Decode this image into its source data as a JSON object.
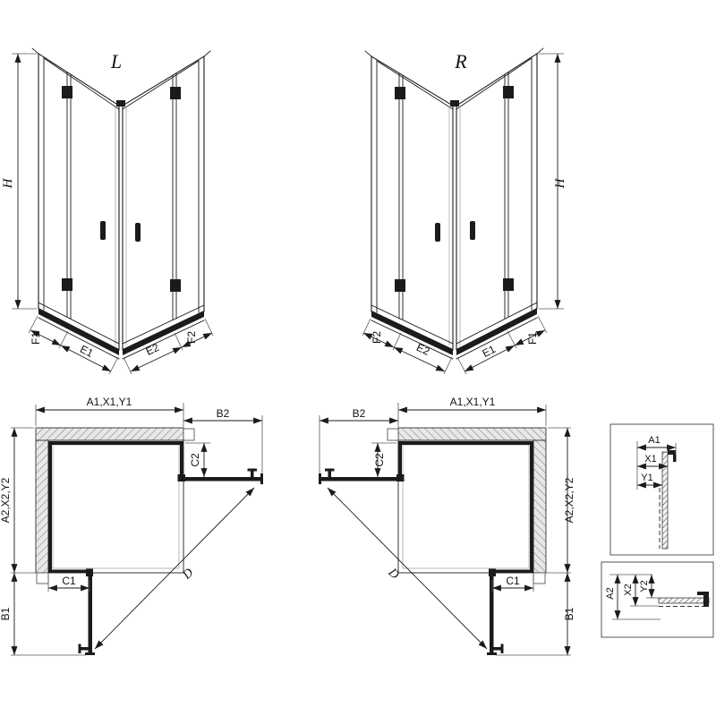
{
  "figure": {
    "iso_left": {
      "view_label": "L",
      "height": "H",
      "f1": "F1",
      "e1": "E1",
      "e2": "E2",
      "f2": "F2"
    },
    "iso_right": {
      "view_label": "R",
      "height": "H",
      "f1": "F1",
      "e1": "E1",
      "e2": "E2",
      "f2": "F2"
    },
    "plan_left": {
      "top_width": "A1,X1,Y1",
      "door_top": "B2",
      "fixed_side": "C2",
      "side_depth": "A2,X2,Y2",
      "fixed_bottom": "C1",
      "door_bottom": "B1",
      "diagonal": "D"
    },
    "plan_right": {
      "top_width": "A1,X1,Y1",
      "door_top": "B2",
      "fixed_side": "C2",
      "side_depth": "A2,X2,Y2",
      "fixed_bottom": "C1",
      "door_bottom": "B1",
      "diagonal": "D"
    },
    "detail_top": {
      "a1": "A1",
      "x1": "X1",
      "y1": "Y1"
    },
    "detail_bottom": {
      "a2": "A2",
      "x2": "X2",
      "y2": "Y2"
    }
  }
}
